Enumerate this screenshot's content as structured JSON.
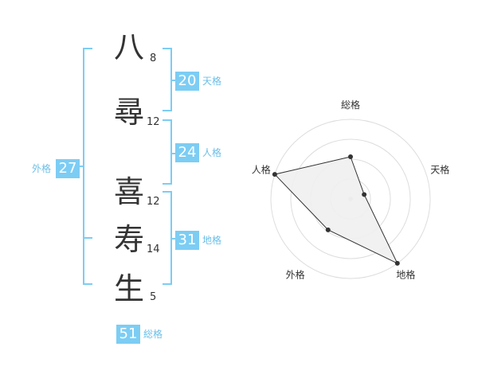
{
  "name": {
    "chars": [
      {
        "char": "八",
        "strokes": "8"
      },
      {
        "char": "尋",
        "strokes": "12"
      },
      {
        "char": "喜",
        "strokes": "12"
      },
      {
        "char": "寿",
        "strokes": "14"
      },
      {
        "char": "生",
        "strokes": "5"
      }
    ]
  },
  "fortunes": {
    "tenkaku": {
      "value": "20",
      "label": "天格"
    },
    "jinkaku": {
      "value": "24",
      "label": "人格"
    },
    "chikaku": {
      "value": "31",
      "label": "地格"
    },
    "gaikaku": {
      "value": "27",
      "label": "外格"
    },
    "soukaku": {
      "value": "51",
      "label": "総格"
    }
  },
  "chart_data": {
    "type": "radar",
    "axes": [
      "総格",
      "天格",
      "地格",
      "外格",
      "人格"
    ],
    "values": [
      0.53,
      0.18,
      1.0,
      0.48,
      1.0
    ],
    "rings": 4,
    "fill_color": "#f0f0f0",
    "line_color": "#333333"
  }
}
